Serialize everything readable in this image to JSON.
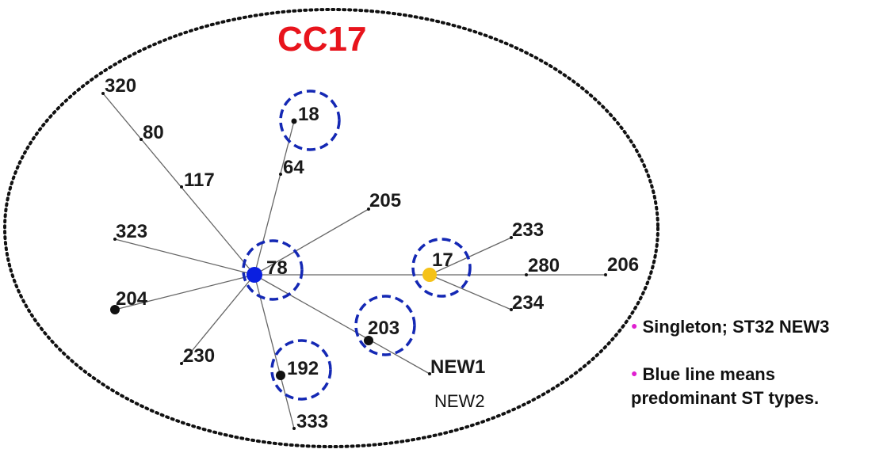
{
  "title": "CC17",
  "colors": {
    "title": "#e8141c",
    "hub78": "#0a1fe0",
    "hub17": "#f5c218",
    "node": "#111111",
    "edge": "#666666",
    "highlight_ring": "#1428b4",
    "bullet": "#e020d0"
  },
  "nodes": [
    {
      "id": "78",
      "label": "78",
      "kind": "hub78",
      "highlight": true
    },
    {
      "id": "17",
      "label": "17",
      "kind": "hub17",
      "highlight": true
    },
    {
      "id": "18",
      "label": "18",
      "kind": "medium",
      "highlight": true
    },
    {
      "id": "203",
      "label": "203",
      "kind": "large",
      "highlight": true
    },
    {
      "id": "192",
      "label": "192",
      "kind": "large",
      "highlight": true
    },
    {
      "id": "320",
      "label": "320",
      "kind": "small"
    },
    {
      "id": "80",
      "label": "80",
      "kind": "small"
    },
    {
      "id": "117",
      "label": "117",
      "kind": "small"
    },
    {
      "id": "64",
      "label": "64",
      "kind": "small"
    },
    {
      "id": "205",
      "label": "205",
      "kind": "small"
    },
    {
      "id": "323",
      "label": "323",
      "kind": "small"
    },
    {
      "id": "204",
      "label": "204",
      "kind": "large"
    },
    {
      "id": "230",
      "label": "230",
      "kind": "small"
    },
    {
      "id": "333",
      "label": "333",
      "kind": "small"
    },
    {
      "id": "NEW1",
      "label": "NEW1",
      "kind": "small"
    },
    {
      "id": "233",
      "label": "233",
      "kind": "small"
    },
    {
      "id": "280",
      "label": "280",
      "kind": "small"
    },
    {
      "id": "206",
      "label": "206",
      "kind": "small"
    },
    {
      "id": "234",
      "label": "234",
      "kind": "small"
    }
  ],
  "edges": [
    [
      "78",
      "320"
    ],
    [
      "78",
      "18"
    ],
    [
      "78",
      "205"
    ],
    [
      "78",
      "323"
    ],
    [
      "78",
      "204"
    ],
    [
      "78",
      "230"
    ],
    [
      "78",
      "333"
    ],
    [
      "78",
      "NEW1"
    ],
    [
      "78",
      "17"
    ],
    [
      "17",
      "233"
    ],
    [
      "17",
      "206"
    ],
    [
      "17",
      "234"
    ]
  ],
  "extra_label": "NEW2",
  "notes": [
    {
      "lines": [
        "Singleton;  ST32 NEW3"
      ]
    },
    {
      "lines": [
        "Blue line means",
        "predominant ST types."
      ]
    }
  ]
}
